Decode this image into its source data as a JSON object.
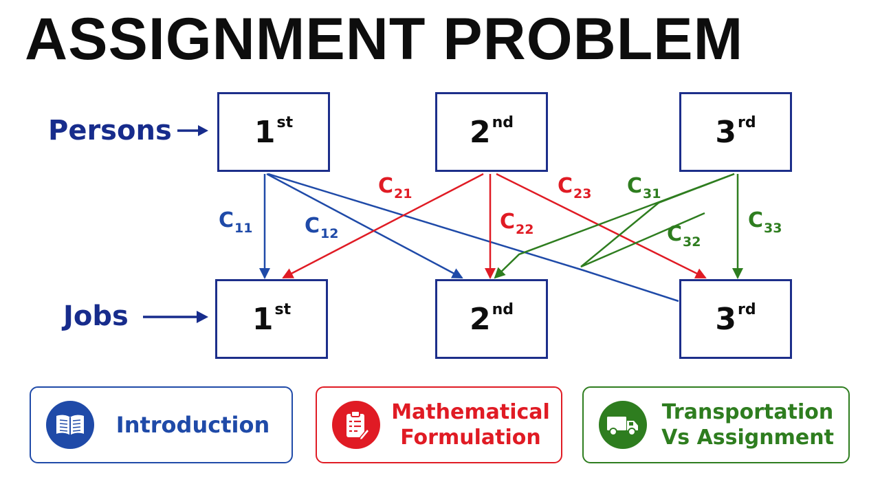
{
  "title": "ASSIGNMENT PROBLEM",
  "rows": {
    "persons_label": "Persons",
    "jobs_label": "Jobs"
  },
  "persons": [
    {
      "num": "1",
      "suffix": "st"
    },
    {
      "num": "2",
      "suffix": "nd"
    },
    {
      "num": "3",
      "suffix": "rd"
    }
  ],
  "jobs": [
    {
      "num": "1",
      "suffix": "st"
    },
    {
      "num": "2",
      "suffix": "nd"
    },
    {
      "num": "3",
      "suffix": "rd"
    }
  ],
  "costs": {
    "c11": {
      "base": "C",
      "sub": "11"
    },
    "c12": {
      "base": "C",
      "sub": "12"
    },
    "c21": {
      "base": "C",
      "sub": "21"
    },
    "c22": {
      "base": "C",
      "sub": "22"
    },
    "c23": {
      "base": "C",
      "sub": "23"
    },
    "c31": {
      "base": "C",
      "sub": "31"
    },
    "c32": {
      "base": "C",
      "sub": "32"
    },
    "c33": {
      "base": "C",
      "sub": "33"
    }
  },
  "colors": {
    "person1": "#1f4aa8",
    "person2": "#e01b24",
    "person3": "#2e7d1f",
    "navy": "#172c8c"
  },
  "cards": [
    {
      "line1": "Introduction",
      "line2": "",
      "icon": "open-book-icon",
      "color": "#1f4aa8"
    },
    {
      "line1": "Mathematical",
      "line2": "Formulation",
      "icon": "clipboard-icon",
      "color": "#e01b24"
    },
    {
      "line1": "Transportation",
      "line2": "Vs Assignment",
      "icon": "truck-icon",
      "color": "#2e7d1f"
    }
  ]
}
